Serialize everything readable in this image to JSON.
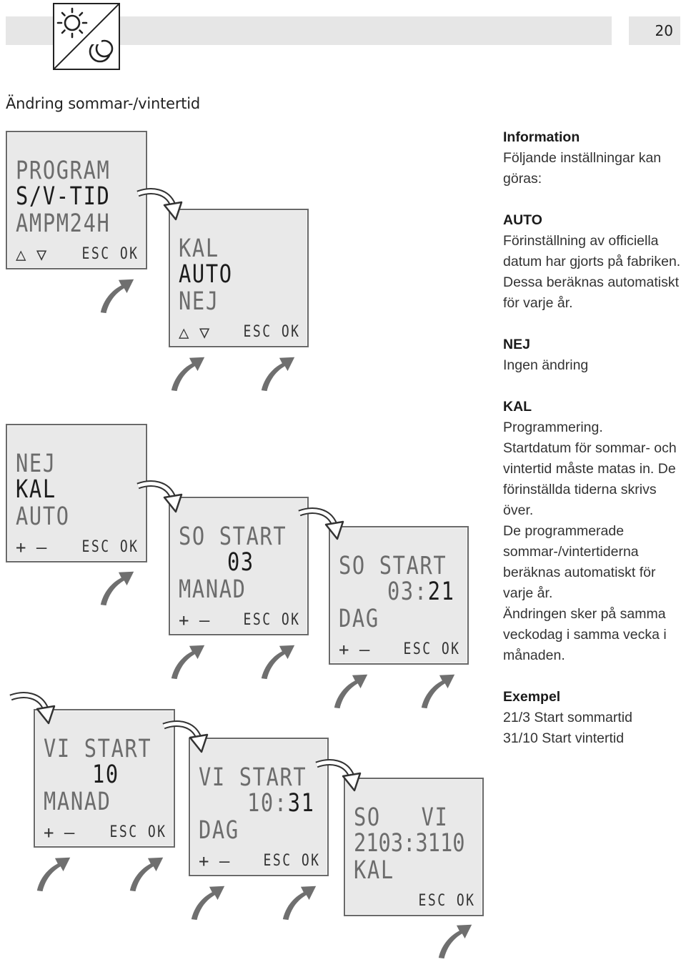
{
  "header": {
    "page_number": "20",
    "icon": "sun-moon-icon"
  },
  "title": "Ändring sommar-/vintertid",
  "screens": {
    "s1": {
      "l1": "PROGRAM",
      "l2": "S/V-TID",
      "l3": "AMPM24H",
      "nav": "△ ▽",
      "keys": "ESC OK"
    },
    "s2": {
      "l1": "KAL",
      "l2": "AUTO",
      "l3": "NEJ",
      "nav": "△ ▽",
      "keys": "ESC OK"
    },
    "s3": {
      "l1": "NEJ",
      "l2": "KAL",
      "l3": "AUTO",
      "nav": "+ —",
      "keys": "ESC OK"
    },
    "s4": {
      "l1": "SO START",
      "l2": "03",
      "l3": "MANAD",
      "nav": "+ —",
      "keys": "ESC OK"
    },
    "s5": {
      "l1": "SO START",
      "l2a": "03:",
      "l2b": "21",
      "l3": "DAG",
      "nav": "+ —",
      "keys": "ESC OK"
    },
    "s6": {
      "l1": "VI START",
      "l2": "10",
      "l3": "MANAD",
      "nav": "+ —",
      "keys": "ESC OK"
    },
    "s7": {
      "l1": "VI START",
      "l2a": "10:",
      "l2b": "31",
      "l3": "DAG",
      "nav": "+ —",
      "keys": "ESC OK"
    },
    "s8": {
      "l1": "SO   VI",
      "l2": "2103:3110",
      "l3": "KAL",
      "keys": "ESC OK"
    }
  },
  "sidebar": {
    "info_heading": "Information",
    "info_text": "Följande inställningar kan göras:",
    "auto_heading": "AUTO",
    "auto_text": "Förinställning av officiella datum har gjorts på fabriken. Dessa beräknas automatiskt för varje år.",
    "nej_heading": "NEJ",
    "nej_text": "Ingen ändring",
    "kal_heading": "KAL",
    "kal_text1": "Programmering.",
    "kal_text2": "Startdatum för sommar- och vintertid måste matas in. De förinställda tiderna skrivs över.",
    "kal_text3": "De programmerade sommar-/vintertiderna beräknas automatiskt för varje år.",
    "kal_text4": "Ändringen sker på samma veckodag i samma vecka i månaden.",
    "ex_heading": "Exempel",
    "ex_line1": "21/3 Start sommartid",
    "ex_line2": "31/10 Start vintertid"
  }
}
